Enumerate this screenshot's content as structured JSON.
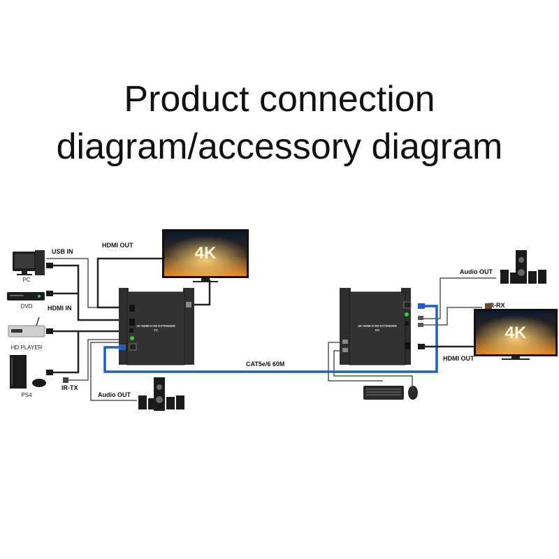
{
  "title": {
    "line1": "Product connection",
    "line2": "diagram/accessory diagram"
  },
  "sources": {
    "pc": "PC",
    "dvd": "DVD",
    "hd_player": "HD PLAYER",
    "ps4": "PS4"
  },
  "labels": {
    "usb_in": "USB IN",
    "hdmi_in": "HDMI IN",
    "ir_tx": "IR-TX",
    "audio_out_tx": "Audio OUT",
    "hdmi_out_tx": "HDMI OUT",
    "cable": "CAT5e/6 60M",
    "audio_out_rx": "Audio OUT",
    "ir_rx": "IR-RX",
    "hdmi_out_rx": "HDMI OUT"
  },
  "tx": {
    "name": "4K HDMI KVM EXTENDER",
    "sub": "TX"
  },
  "rx": {
    "name": "4K HDMI KVM EXTENDER",
    "sub": "RX"
  },
  "display": {
    "badge": "4K"
  },
  "colors": {
    "cable_blue": "#1f5fbf",
    "device_dark": "#2b2b2b",
    "screen_orange": "#e8891c"
  }
}
